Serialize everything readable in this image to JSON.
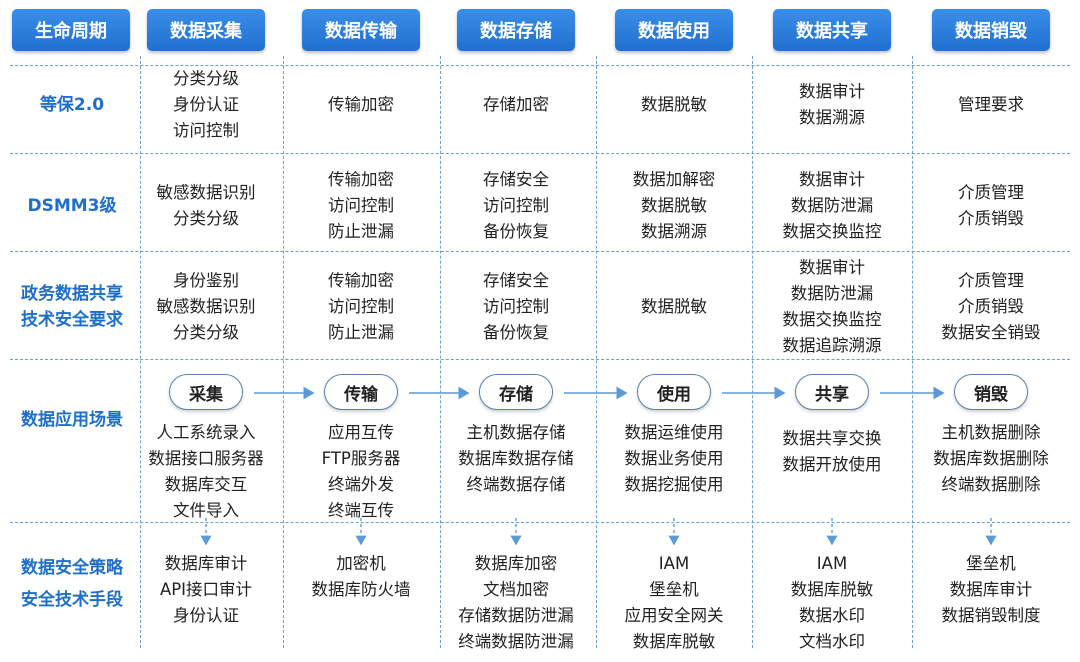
{
  "colors": {
    "header_bg": "#2a7ddc",
    "label_text": "#1f6fc9",
    "divider": "#6a9fd6",
    "arrow": "#5b9ad8"
  },
  "header": {
    "lifecycle": "生命周期",
    "stages": [
      "数据采集",
      "数据传输",
      "数据存储",
      "数据使用",
      "数据共享",
      "数据销毁"
    ]
  },
  "rows": [
    {
      "label": [
        "等保2.0"
      ],
      "cells": [
        [
          "分类分级",
          "身份认证",
          "访问控制"
        ],
        [
          "传输加密"
        ],
        [
          "存储加密"
        ],
        [
          "数据脱敏"
        ],
        [
          "数据审计",
          "数据溯源"
        ],
        [
          "管理要求"
        ]
      ]
    },
    {
      "label": [
        "DSMM3级"
      ],
      "cells": [
        [
          "敏感数据识别",
          "分类分级"
        ],
        [
          "传输加密",
          "访问控制",
          "防止泄漏"
        ],
        [
          "存储安全",
          "访问控制",
          "备份恢复"
        ],
        [
          "数据加解密",
          "数据脱敏",
          "数据溯源"
        ],
        [
          "数据审计",
          "数据防泄漏",
          "数据交换监控"
        ],
        [
          "介质管理",
          "介质销毁"
        ]
      ]
    },
    {
      "label": [
        "政务数据共享",
        "技术安全要求"
      ],
      "cells": [
        [
          "身份鉴别",
          "敏感数据识别",
          "分类分级"
        ],
        [
          "传输加密",
          "访问控制",
          "防止泄漏"
        ],
        [
          "存储安全",
          "访问控制",
          "备份恢复"
        ],
        [
          "数据脱敏"
        ],
        [
          "数据审计",
          "数据防泄漏",
          "数据交换监控",
          "数据追踪溯源"
        ],
        [
          "介质管理",
          "介质销毁",
          "数据安全销毁"
        ]
      ]
    }
  ],
  "scenario": {
    "label": [
      "数据应用场景"
    ],
    "pills": [
      "采集",
      "传输",
      "存储",
      "使用",
      "共享",
      "销毁"
    ],
    "cells": [
      [
        "人工系统录入",
        "数据接口服务器",
        "数据库交互",
        "文件导入"
      ],
      [
        "应用互传",
        "FTP服务器",
        "终端外发",
        "终端互传"
      ],
      [
        "主机数据存储",
        "数据库数据存储",
        "终端数据存储"
      ],
      [
        "数据运维使用",
        "数据业务使用",
        "数据挖掘使用"
      ],
      [
        "数据共享交换",
        "数据开放使用"
      ],
      [
        "主机数据删除",
        "数据库数据删除",
        "终端数据删除"
      ]
    ]
  },
  "security": {
    "label": [
      "数据安全策略",
      "安全技术手段"
    ],
    "cells": [
      [
        "数据库审计",
        "API接口审计",
        "身份认证"
      ],
      [
        "加密机",
        "数据库防火墙"
      ],
      [
        "数据库加密",
        "文档加密",
        "存储数据防泄漏",
        "终端数据防泄漏"
      ],
      [
        "IAM",
        "堡垒机",
        "应用安全网关",
        "数据库脱敏"
      ],
      [
        "IAM",
        "数据库脱敏",
        "数据水印",
        "文档水印"
      ],
      [
        "堡垒机",
        "数据库审计",
        "数据销毁制度"
      ]
    ]
  }
}
